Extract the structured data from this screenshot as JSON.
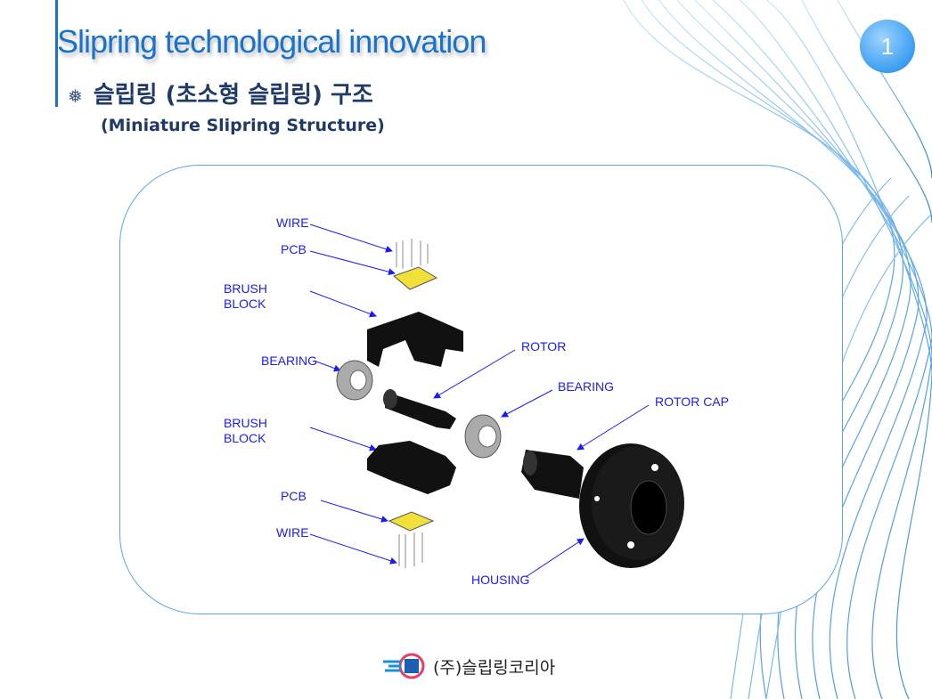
{
  "header": {
    "title": "Slipring technological innovation",
    "subtitle": "슬립링 (초소형 슬립링) 구조",
    "subtitle_en": "(Miniature Slipring Structure)",
    "bullet_icon": "snowflake-icon",
    "page_number": "1"
  },
  "diagram": {
    "labels": {
      "wire_top": "WIRE",
      "pcb_top": "PCB",
      "brush_block_top": "BRUSH\nBLOCK",
      "bearing_left": "BEARING",
      "rotor": "ROTOR",
      "bearing_right": "BEARING",
      "rotor_cap": "ROTOR CAP",
      "brush_block_bottom": "BRUSH\nBLOCK",
      "pcb_bottom": "PCB",
      "wire_bottom": "WIRE",
      "housing": "HOUSING"
    }
  },
  "footer": {
    "company": "(주)슬립링코리아"
  },
  "colors": {
    "accent": "#1a73c9",
    "label": "#1a1aff",
    "pcb": "#f2e03a"
  }
}
